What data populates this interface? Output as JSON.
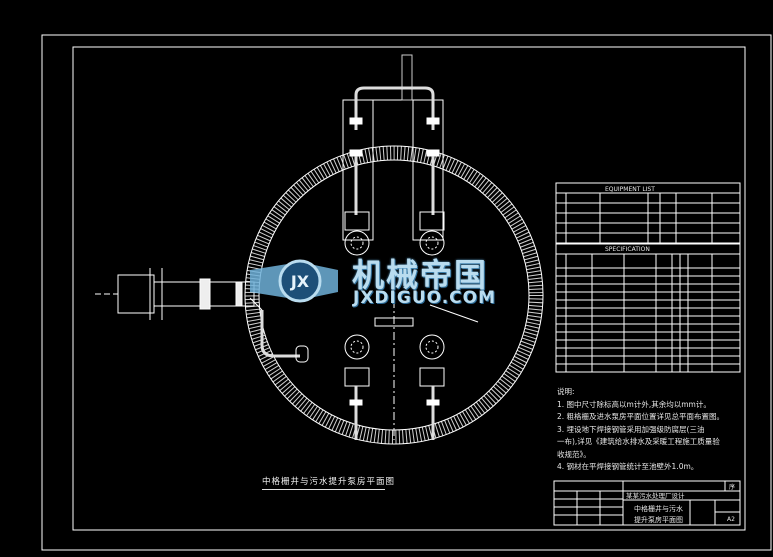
{
  "equipment_table": {
    "title": "EQUIPMENT LIST",
    "subtitle": "设 备 表"
  },
  "spec_table": {
    "title": "SPECIFICATION",
    "subtitle": "材 料 表"
  },
  "notes": {
    "heading": "说明:",
    "items": [
      "1. 图中尺寸除标高以m计外,其余均以mm计。",
      "2. 粗格栅及进水泵房平面位置详见总平面布置图。",
      "3. 埋设地下焊接钢管采用加强级防腐层(三油",
      "   一布),详见《建筑给水排水及采暖工程施工质量验",
      "   收规范》。",
      "4. 钢材在平焊接钢管统计至池壁外1.0m。"
    ]
  },
  "drawing_caption": "中格栅井与污水提升泵房平面图",
  "title_block": {
    "company": "某某污水处理厂设计",
    "drawing_name_line1": "中格栅井与污水",
    "drawing_name_line2": "提升泵房平面图",
    "sheet": "A2",
    "revision": "序"
  },
  "watermark": {
    "logo_letters": "JX",
    "chinese": "机械帝国",
    "english": "JXDIGUO.COM"
  },
  "colors": {
    "background": "#000000",
    "lines": "#ffffff",
    "pipes": "#dcdcdc",
    "watermark": "#b9dcef"
  }
}
